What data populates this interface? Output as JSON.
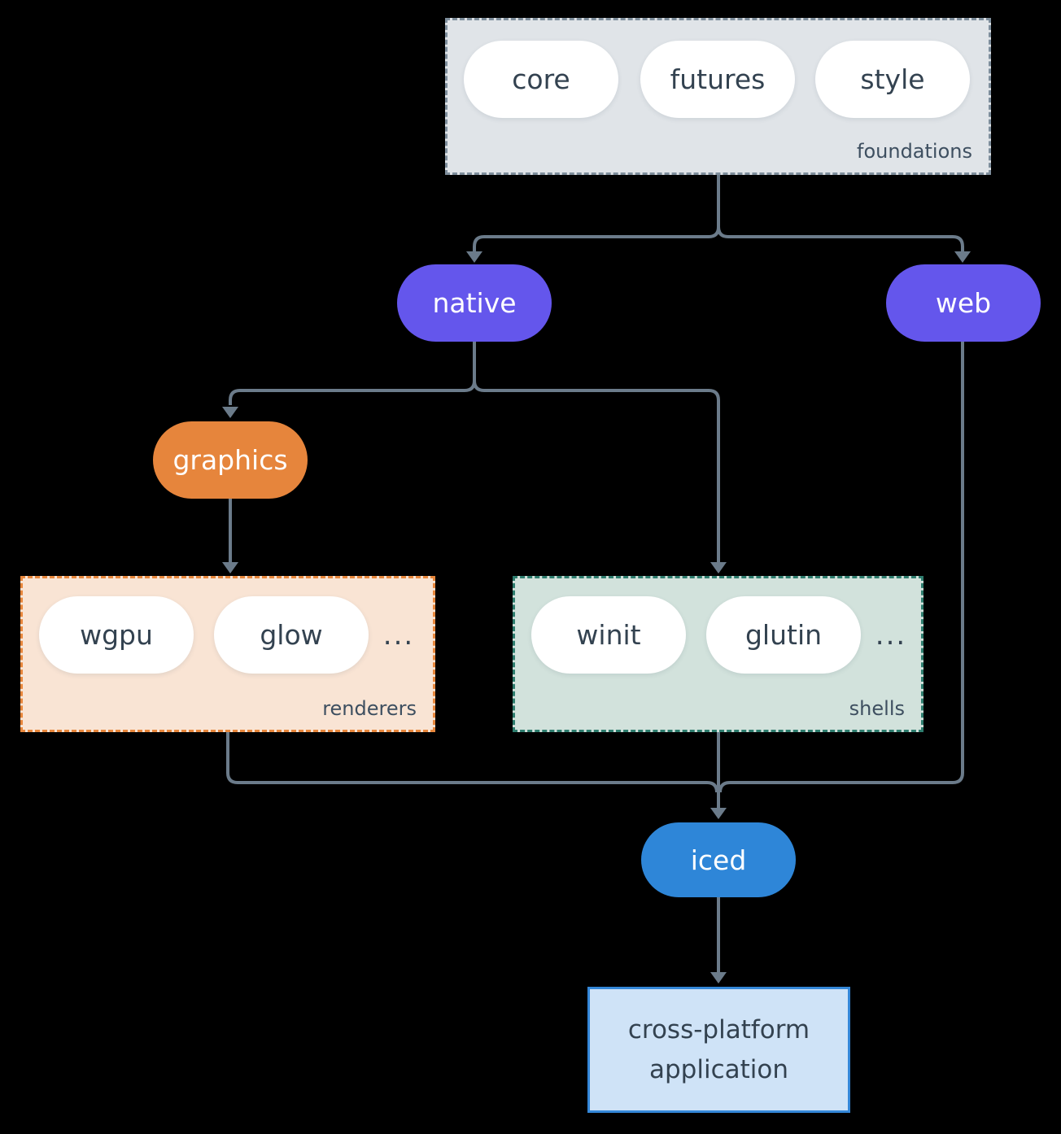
{
  "groups": {
    "foundations": {
      "label": "foundations",
      "items": [
        "core",
        "futures",
        "style"
      ]
    },
    "renderers": {
      "label": "renderers",
      "items": [
        "wgpu",
        "glow"
      ],
      "more": "..."
    },
    "shells": {
      "label": "shells",
      "items": [
        "winit",
        "glutin"
      ],
      "more": "..."
    }
  },
  "nodes": {
    "native": {
      "label": "native"
    },
    "web": {
      "label": "web"
    },
    "graphics": {
      "label": "graphics"
    },
    "iced": {
      "label": "iced"
    },
    "application": {
      "line1": "cross-platform",
      "line2": "application"
    }
  },
  "colors": {
    "background": "#000000",
    "connector": "#6b7b8a",
    "foundations_fill": "#e0e4e8",
    "foundations_border": "#7e8e9c",
    "renderers_fill": "#f9e4d4",
    "renderers_border": "#e8873c",
    "shells_fill": "#d2e2dc",
    "shells_border": "#2e7d6e",
    "native_web_fill": "#6456ec",
    "graphics_fill": "#e6853c",
    "iced_fill": "#2e86d8",
    "application_fill": "#cfe3f7",
    "application_border": "#3487d8",
    "node_text_dark": "#334250",
    "group_label_text": "#3e4f60",
    "node_text_light": "#ffffff"
  }
}
